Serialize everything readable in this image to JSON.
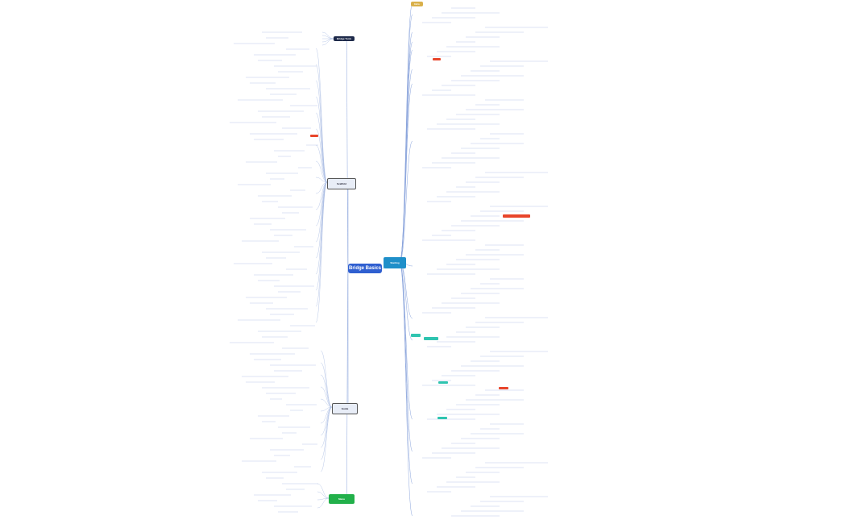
{
  "map": {
    "center_label": "Bridge Basics",
    "branches": {
      "tools": "Bridge Tools",
      "scaffold": "Scaffold",
      "guide": "Guide",
      "menu": "Menu",
      "starting": "Starting",
      "top": "Intro"
    }
  },
  "colors": {
    "center": "#2f5fd0",
    "tools": "#1e2a4a",
    "starting": "#1f8fc9",
    "menu": "#22b04a",
    "highlight": "#e8452b",
    "accent_teal": "#2fc4b0",
    "intro": "#d9b04a",
    "line_blue": "#7a9bd8"
  }
}
